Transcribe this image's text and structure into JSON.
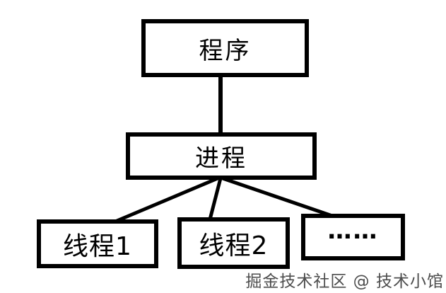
{
  "diagram": {
    "nodes": {
      "program": {
        "label": "程序"
      },
      "process": {
        "label": "进程"
      },
      "thread1": {
        "label": "线程1"
      },
      "thread2": {
        "label": "线程2"
      },
      "ellipsis": {
        "label": "……"
      }
    },
    "edges": [
      {
        "from": "program",
        "to": "process"
      },
      {
        "from": "process",
        "to": "thread1"
      },
      {
        "from": "process",
        "to": "thread2"
      },
      {
        "from": "process",
        "to": "ellipsis"
      }
    ],
    "watermark": "掘金技术社区 @ 技术小馆",
    "colors": {
      "stroke": "#000000",
      "box_border": "#000000",
      "background": "#ffffff",
      "watermark_text": "#4d4d4d"
    }
  }
}
